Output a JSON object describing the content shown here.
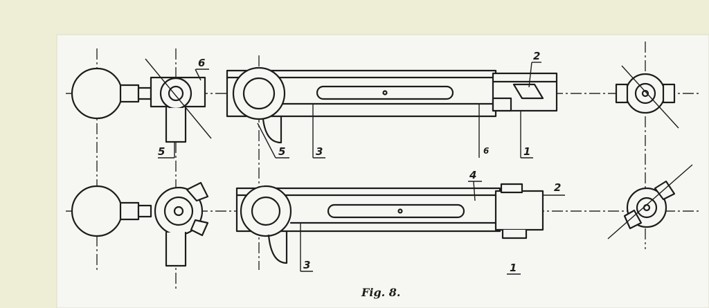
{
  "caption": "Fig. 8.",
  "labels": {
    "top_view": [
      "6",
      "5",
      "5",
      "3",
      "6",
      "1",
      "2"
    ],
    "bottom_view": [
      "4",
      "2",
      "3",
      "1"
    ]
  },
  "colors": {
    "paper": "#eeeed6",
    "sheet": "#f6f6f2",
    "ink": "#1c1c1c"
  }
}
